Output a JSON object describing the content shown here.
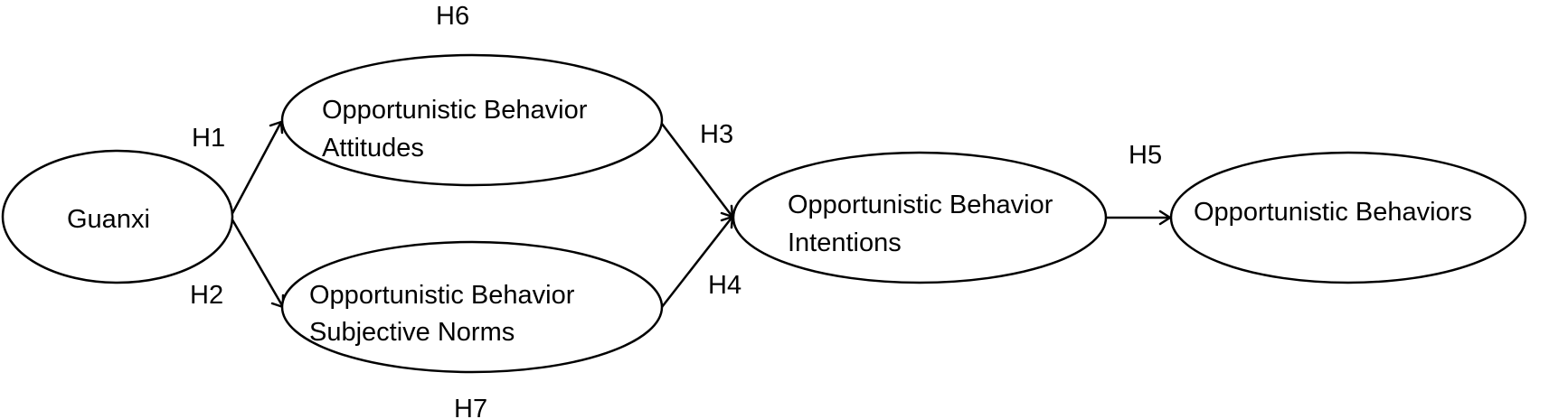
{
  "diagram": {
    "nodes": {
      "guanxi": {
        "lines": [
          "Guanxi"
        ]
      },
      "attitudes": {
        "lines": [
          "Opportunistic Behavior",
          "Attitudes"
        ]
      },
      "norms": {
        "lines": [
          "Opportunistic Behavior",
          "Subjective Norms"
        ]
      },
      "intentions": {
        "lines": [
          "Opportunistic Behavior",
          "Intentions"
        ]
      },
      "behaviors": {
        "lines": [
          "Opportunistic Behaviors"
        ]
      }
    },
    "edges": {
      "h1": {
        "label": "H1",
        "from": "guanxi",
        "to": "attitudes"
      },
      "h2": {
        "label": "H2",
        "from": "guanxi",
        "to": "norms"
      },
      "h3": {
        "label": "H3",
        "from": "attitudes",
        "to": "intentions"
      },
      "h4": {
        "label": "H4",
        "from": "norms",
        "to": "intentions"
      },
      "h5": {
        "label": "H5",
        "from": "intentions",
        "to": "behaviors"
      }
    },
    "extra_labels": {
      "h6": "H6",
      "h7": "H7"
    }
  }
}
